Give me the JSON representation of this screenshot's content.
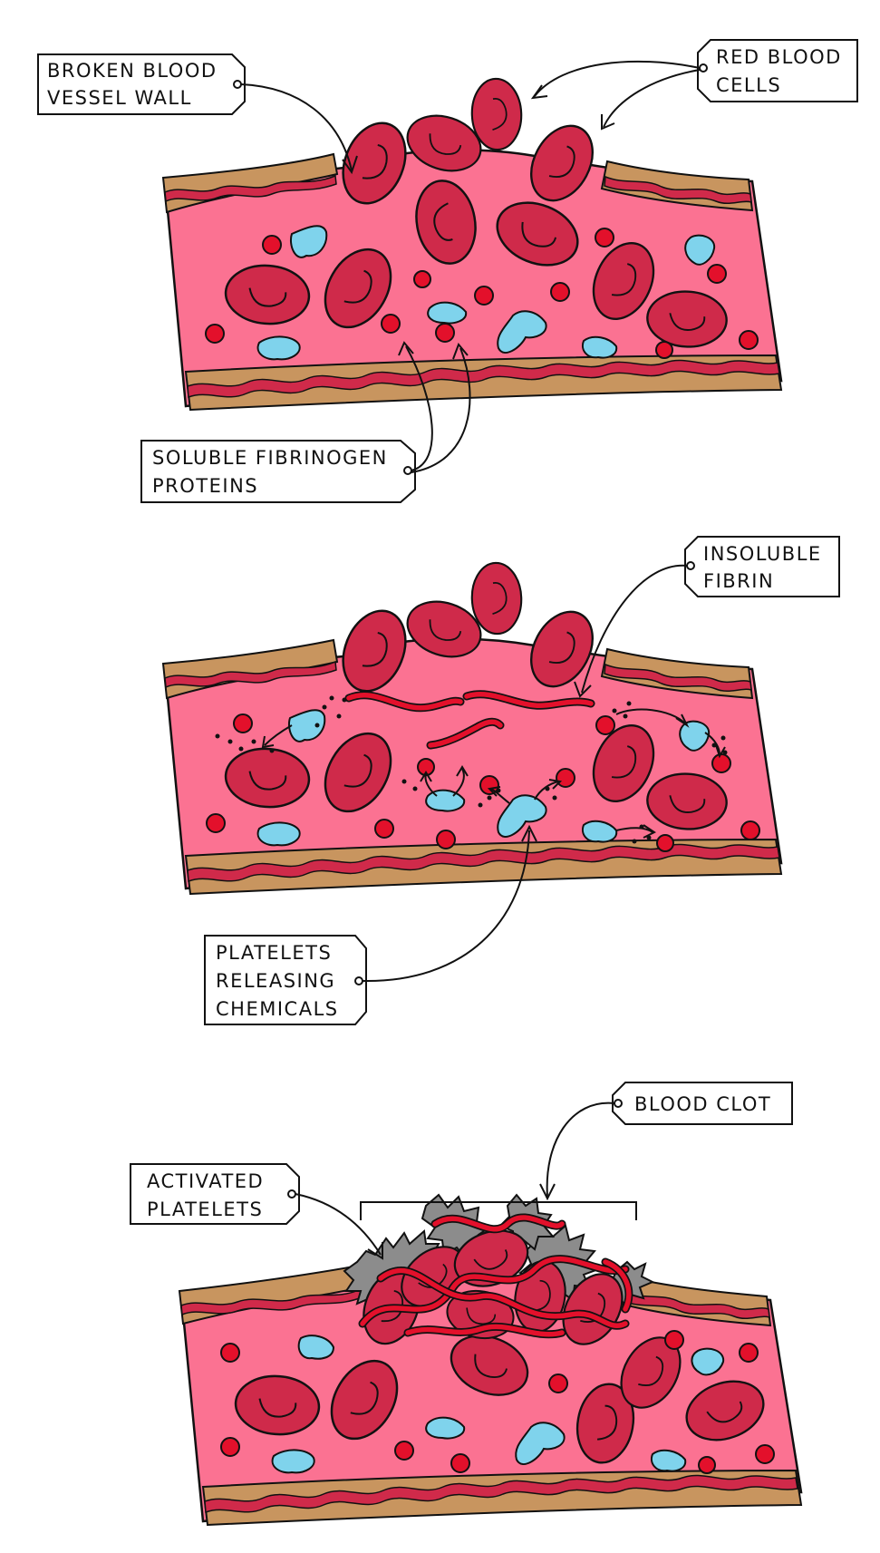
{
  "panel1": {
    "label_broken_wall": [
      "BROKEN  BLOOD",
      "VESSEL  WALL"
    ],
    "label_red_cells": [
      "RED  BLOOD",
      "CELLS"
    ],
    "label_fibrinogen": [
      "SOLUBLE  FIBRINOGEN",
      "PROTEINS"
    ]
  },
  "panel2": {
    "label_fibrin": [
      "INSOLUBLE",
      "FIBRIN"
    ],
    "label_platelets": [
      "PLATELETS",
      "RELEASING",
      "CHEMICALS"
    ]
  },
  "panel3": {
    "label_clot": [
      "BLOOD  CLOT"
    ],
    "label_activated": [
      "ACTIVATED",
      "PLATELETS"
    ]
  },
  "colors": {
    "plasma": "#fb7292",
    "red_blood_cell": "#cf2a4a",
    "fibrinogen": "#e3102b",
    "platelet": "#7fd3ec",
    "activated_platelet": "#8c8c8c",
    "vessel_wall": "#c8955f"
  }
}
